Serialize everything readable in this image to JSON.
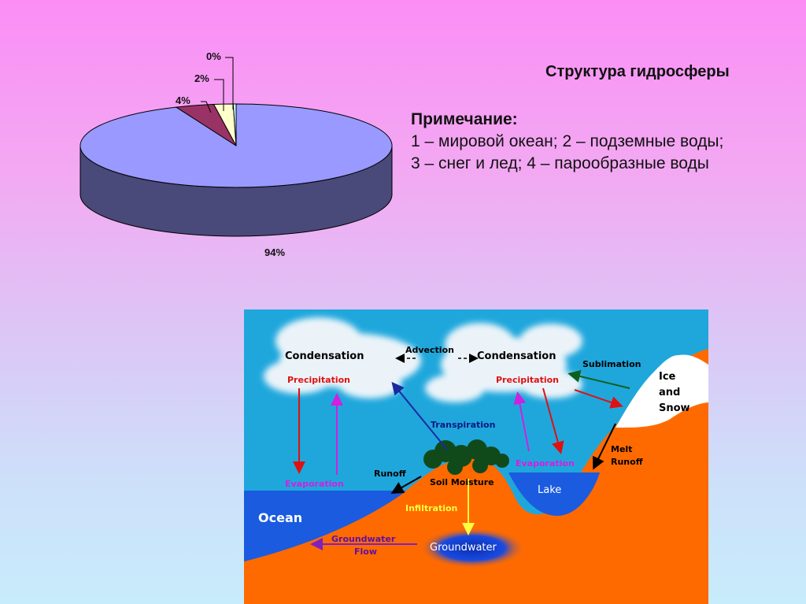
{
  "title": "Структура гидросферы",
  "note": {
    "heading": "Примечание:",
    "line1": "1 – мировой океан; 2 – подземные воды;",
    "line2": "3 – снег и лед; 4 – парообразные воды"
  },
  "chart_data": {
    "type": "pie",
    "style": "3d",
    "slices": [
      {
        "value": 94,
        "label": "94%",
        "color": "#9999ff"
      },
      {
        "value": 4,
        "label": "4%",
        "color": "#993366"
      },
      {
        "value": 2,
        "label": "2%",
        "color": "#ffffcc"
      },
      {
        "value": 0,
        "label": "0%",
        "color": "#ccffff"
      }
    ]
  },
  "cycle": {
    "labels": {
      "condensation_left": "Condensation",
      "condensation_right": "Condensation",
      "advection": "Advection",
      "sublimation": "Sublimation",
      "precipitation_left": "Precipitation",
      "precipitation_right": "Precipitation",
      "ice_snow_1": "Ice",
      "ice_snow_2": "and",
      "ice_snow_3": "Snow",
      "transpiration": "Transpiration",
      "evaporation_left": "Evaporation",
      "evaporation_right": "Evaporation",
      "melt_runoff_1": "Melt",
      "melt_runoff_2": "Runoff",
      "runoff": "Runoff",
      "soil_moisture": "Soil Moisture",
      "lake": "Lake",
      "ocean": "Ocean",
      "infiltration": "Infiltration",
      "groundwater_flow_1": "Groundwater",
      "groundwater_flow_2": "Flow",
      "groundwater": "Groundwater"
    },
    "colors": {
      "sky": "#1fa7dc",
      "ground": "#ff6a00",
      "water": "#1a5be0",
      "snow": "#ffffff"
    }
  }
}
